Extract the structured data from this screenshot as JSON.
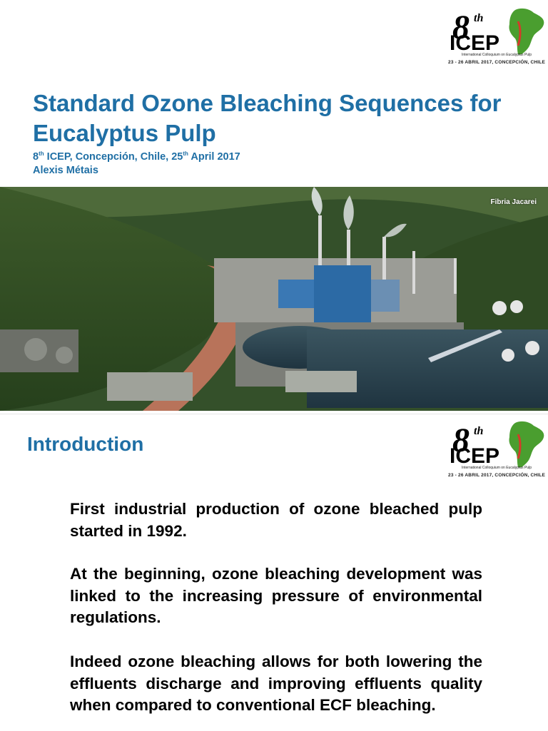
{
  "slide1": {
    "title": "Standard Ozone Bleaching Sequences for Eucalyptus Pulp",
    "event_line": {
      "part1": "8",
      "sup1": "th",
      "part2": " ICEP, Concepción, Chile,  25",
      "sup2": "th",
      "part3": " April 2017"
    },
    "author": "Alexis Métais",
    "photo_credit": "Fibria Jacarei"
  },
  "logo": {
    "numeral": "8",
    "superscript": "th",
    "acronym": "ICEP",
    "caption": "International Colloquium on Eucalyptus Pulp",
    "dates": "23 - 26 ABRIL 2017, CONCEPCIÓN, CHILE"
  },
  "slide2": {
    "heading": "Introduction",
    "paragraphs": [
      "First industrial production of ozone bleached pulp started in 1992.",
      "At the beginning, ozone bleaching development was linked to the increasing pressure of environmental regulations.",
      "Indeed ozone bleaching allows for both lowering the effluents discharge and improving effluents quality  when compared to conventional ECF bleaching."
    ]
  },
  "colors": {
    "title_blue": "#1f6fa5",
    "logo_green": "#4a9e2f",
    "logo_red": "#d43b2a",
    "body_text": "#000000"
  }
}
